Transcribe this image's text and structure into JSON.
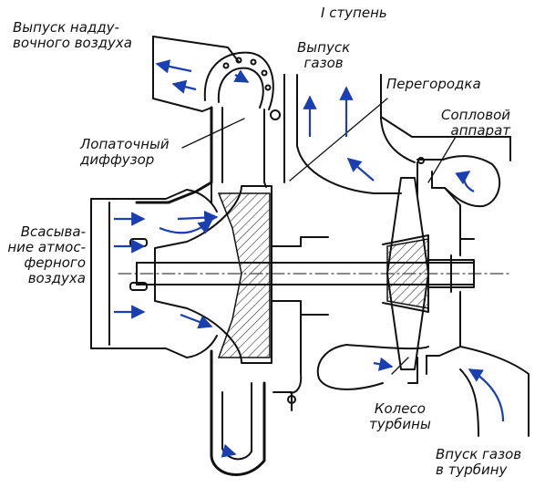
{
  "labels": {
    "stage_title": "I ступень",
    "charge_air_outlet": [
      "Выпуск надду-",
      "вочного воздуха"
    ],
    "gas_outlet": [
      "Выпуск",
      "газов"
    ],
    "partition": "Перегородка",
    "nozzle_apparatus": [
      "Сопловой",
      "аппарат"
    ],
    "vaned_diffuser": [
      "Лопаточный",
      "диффузор"
    ],
    "air_intake": [
      "Всасыва-",
      "ние атмос-",
      "ферного",
      "воздуха"
    ],
    "turbine_wheel": [
      "Колесо",
      "турбины"
    ],
    "gas_inlet": [
      "Впуск газов",
      "в турбину"
    ]
  },
  "colors": {
    "ink": "#111111",
    "flow_arrow": "#1a3fb0",
    "hatch": "#333333",
    "background": "#ffffff"
  }
}
